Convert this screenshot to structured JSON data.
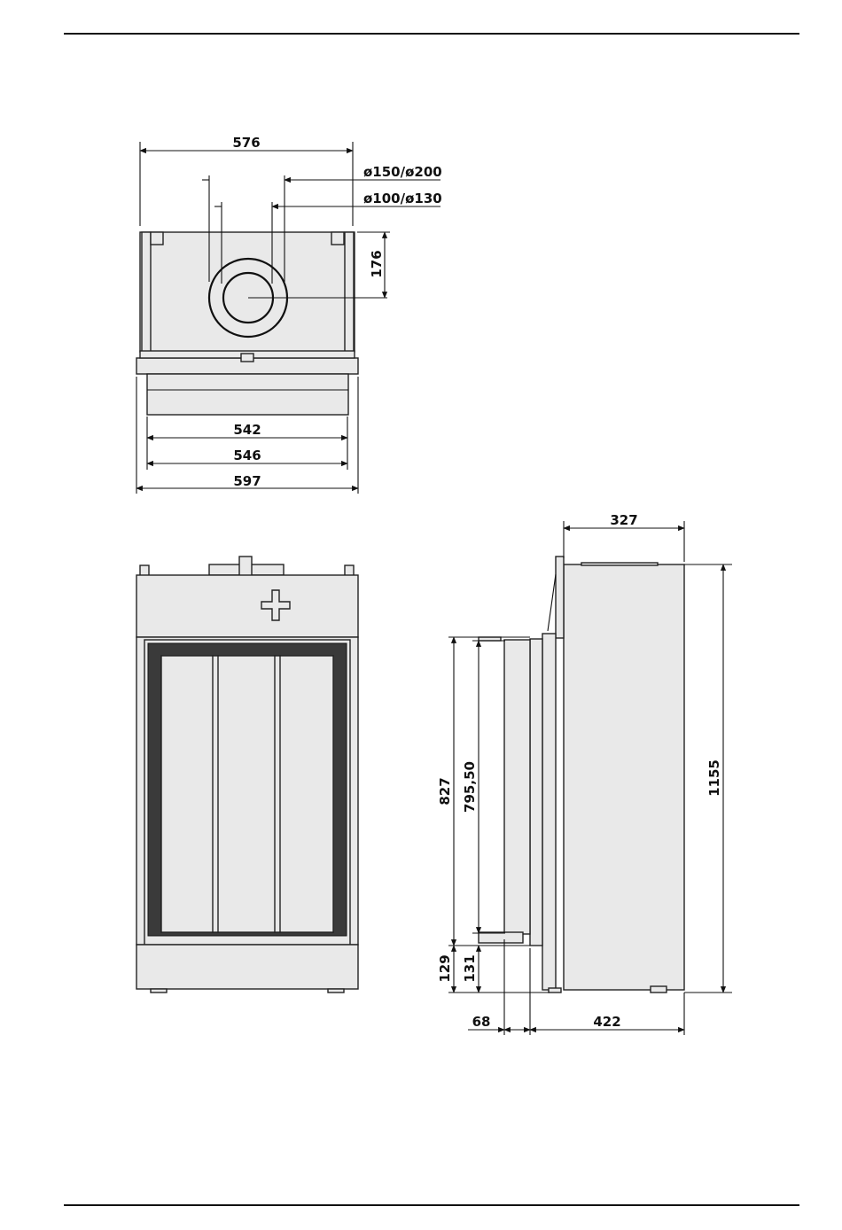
{
  "top_view": {
    "width_outer_top": "576",
    "flue_large": "ø150/ø200",
    "flue_small": "ø100/ø130",
    "flue_depth": "176",
    "width_542": "542",
    "width_546": "546",
    "width_597": "597"
  },
  "side_view": {
    "depth_top": "327",
    "height_total": "1155",
    "height_827": "827",
    "height_795": "795,50",
    "base_129": "129",
    "base_131": "131",
    "depth_68": "68",
    "depth_422": "422"
  }
}
